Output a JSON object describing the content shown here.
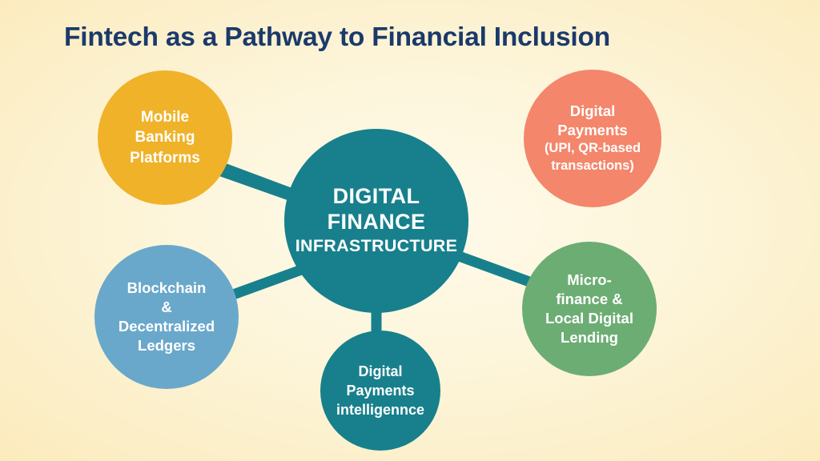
{
  "slide": {
    "title": "Fintech as a Pathway to Financial Inclusion",
    "background_color": "#fdf6dc",
    "title_color": "#1b3a6b",
    "connector_color": "#17808c"
  },
  "hub": {
    "name": "digital-finance-infrastructure",
    "color": "#17808c",
    "line1": "DIGITAL",
    "line2": "FINANCE",
    "line3": "INFRASTRUCTURE"
  },
  "nodes": {
    "mobile": {
      "color": "#efb229",
      "line1": "Mobile",
      "line2": "Banking",
      "line3": "Platforms"
    },
    "payments": {
      "color": "#f4866b",
      "line1": "Digital",
      "line2": "Payments",
      "line3": "(UPI, QR-based",
      "line4": "transactions)"
    },
    "blockchain": {
      "color": "#6aa8cb",
      "line1": "Blockchain",
      "line2": "&",
      "line3": "Decentralized",
      "line4": "Ledgers"
    },
    "microfinance": {
      "color": "#6cad74",
      "line1": "Micro-",
      "line2": "finance &",
      "line3": "Local Digital",
      "line4": "Lending"
    },
    "intelligence": {
      "color": "#17808c",
      "line1": "Digital",
      "line2": "Payments",
      "line3": "intelligennce"
    }
  }
}
